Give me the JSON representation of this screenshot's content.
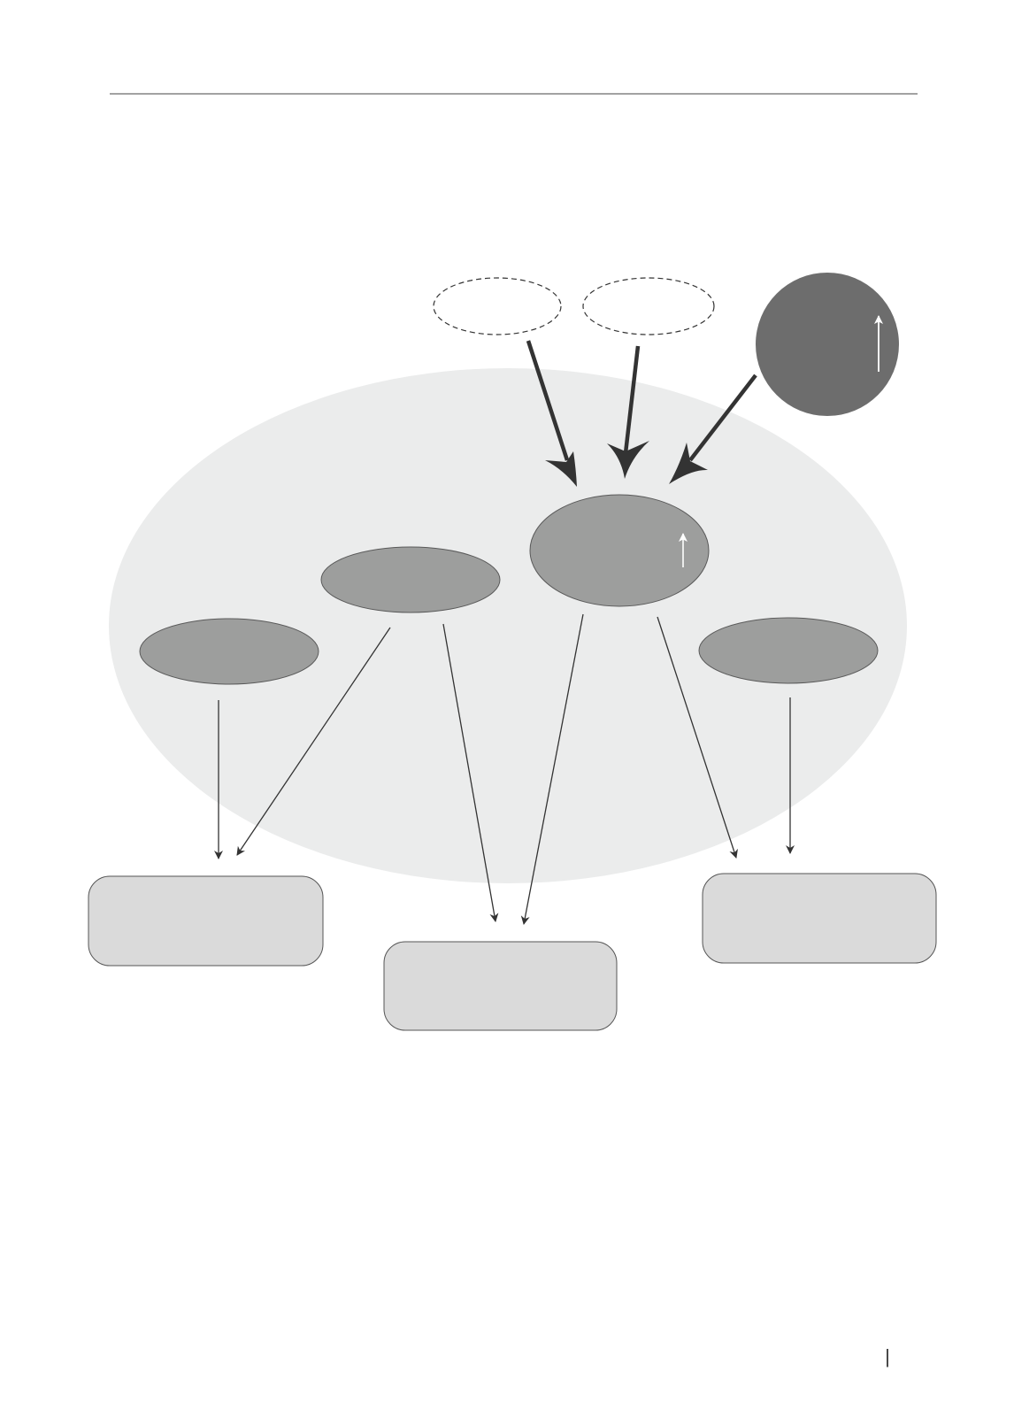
{
  "diagram": {
    "colors": {
      "page_background": "#ffffff",
      "rule": "#6b6b6b",
      "context_region": "#ebecec",
      "node_fill": "#9d9e9d",
      "node_stroke": "#5a5a5a",
      "driver_fill": "#6d6d6d",
      "outcome_fill": "#dadada",
      "outcome_stroke": "#555555",
      "arrow": "#333333",
      "indicator": "#ffffff"
    },
    "nodes": [
      {
        "id": "input-a",
        "kind": "dashed-ellipse",
        "label": ""
      },
      {
        "id": "input-b",
        "kind": "dashed-ellipse",
        "label": ""
      },
      {
        "id": "external-driver",
        "kind": "dark-circle",
        "label": "",
        "indicator": "increase-arrow"
      },
      {
        "id": "central-node",
        "kind": "ellipse",
        "label": "",
        "indicator": "increase-arrow"
      },
      {
        "id": "node-left",
        "kind": "ellipse",
        "label": ""
      },
      {
        "id": "node-mid-left",
        "kind": "ellipse",
        "label": ""
      },
      {
        "id": "node-right",
        "kind": "ellipse",
        "label": ""
      },
      {
        "id": "outcome-left",
        "kind": "rounded-box",
        "label": ""
      },
      {
        "id": "outcome-center",
        "kind": "rounded-box",
        "label": ""
      },
      {
        "id": "outcome-right",
        "kind": "rounded-box",
        "label": ""
      }
    ],
    "edges": [
      {
        "from": "input-a",
        "to": "central-node",
        "weight": "heavy"
      },
      {
        "from": "input-b",
        "to": "central-node",
        "weight": "heavy"
      },
      {
        "from": "external-driver",
        "to": "central-node",
        "weight": "heavy"
      },
      {
        "from": "node-left",
        "to": "outcome-left",
        "weight": "thin"
      },
      {
        "from": "node-mid-left",
        "to": "outcome-left",
        "weight": "thin"
      },
      {
        "from": "node-mid-left",
        "to": "outcome-center",
        "weight": "thin"
      },
      {
        "from": "central-node",
        "to": "outcome-center",
        "weight": "thin"
      },
      {
        "from": "central-node",
        "to": "outcome-right",
        "weight": "thin"
      },
      {
        "from": "node-right",
        "to": "outcome-right",
        "weight": "thin"
      }
    ],
    "footer": {
      "page_marker": "|"
    }
  }
}
